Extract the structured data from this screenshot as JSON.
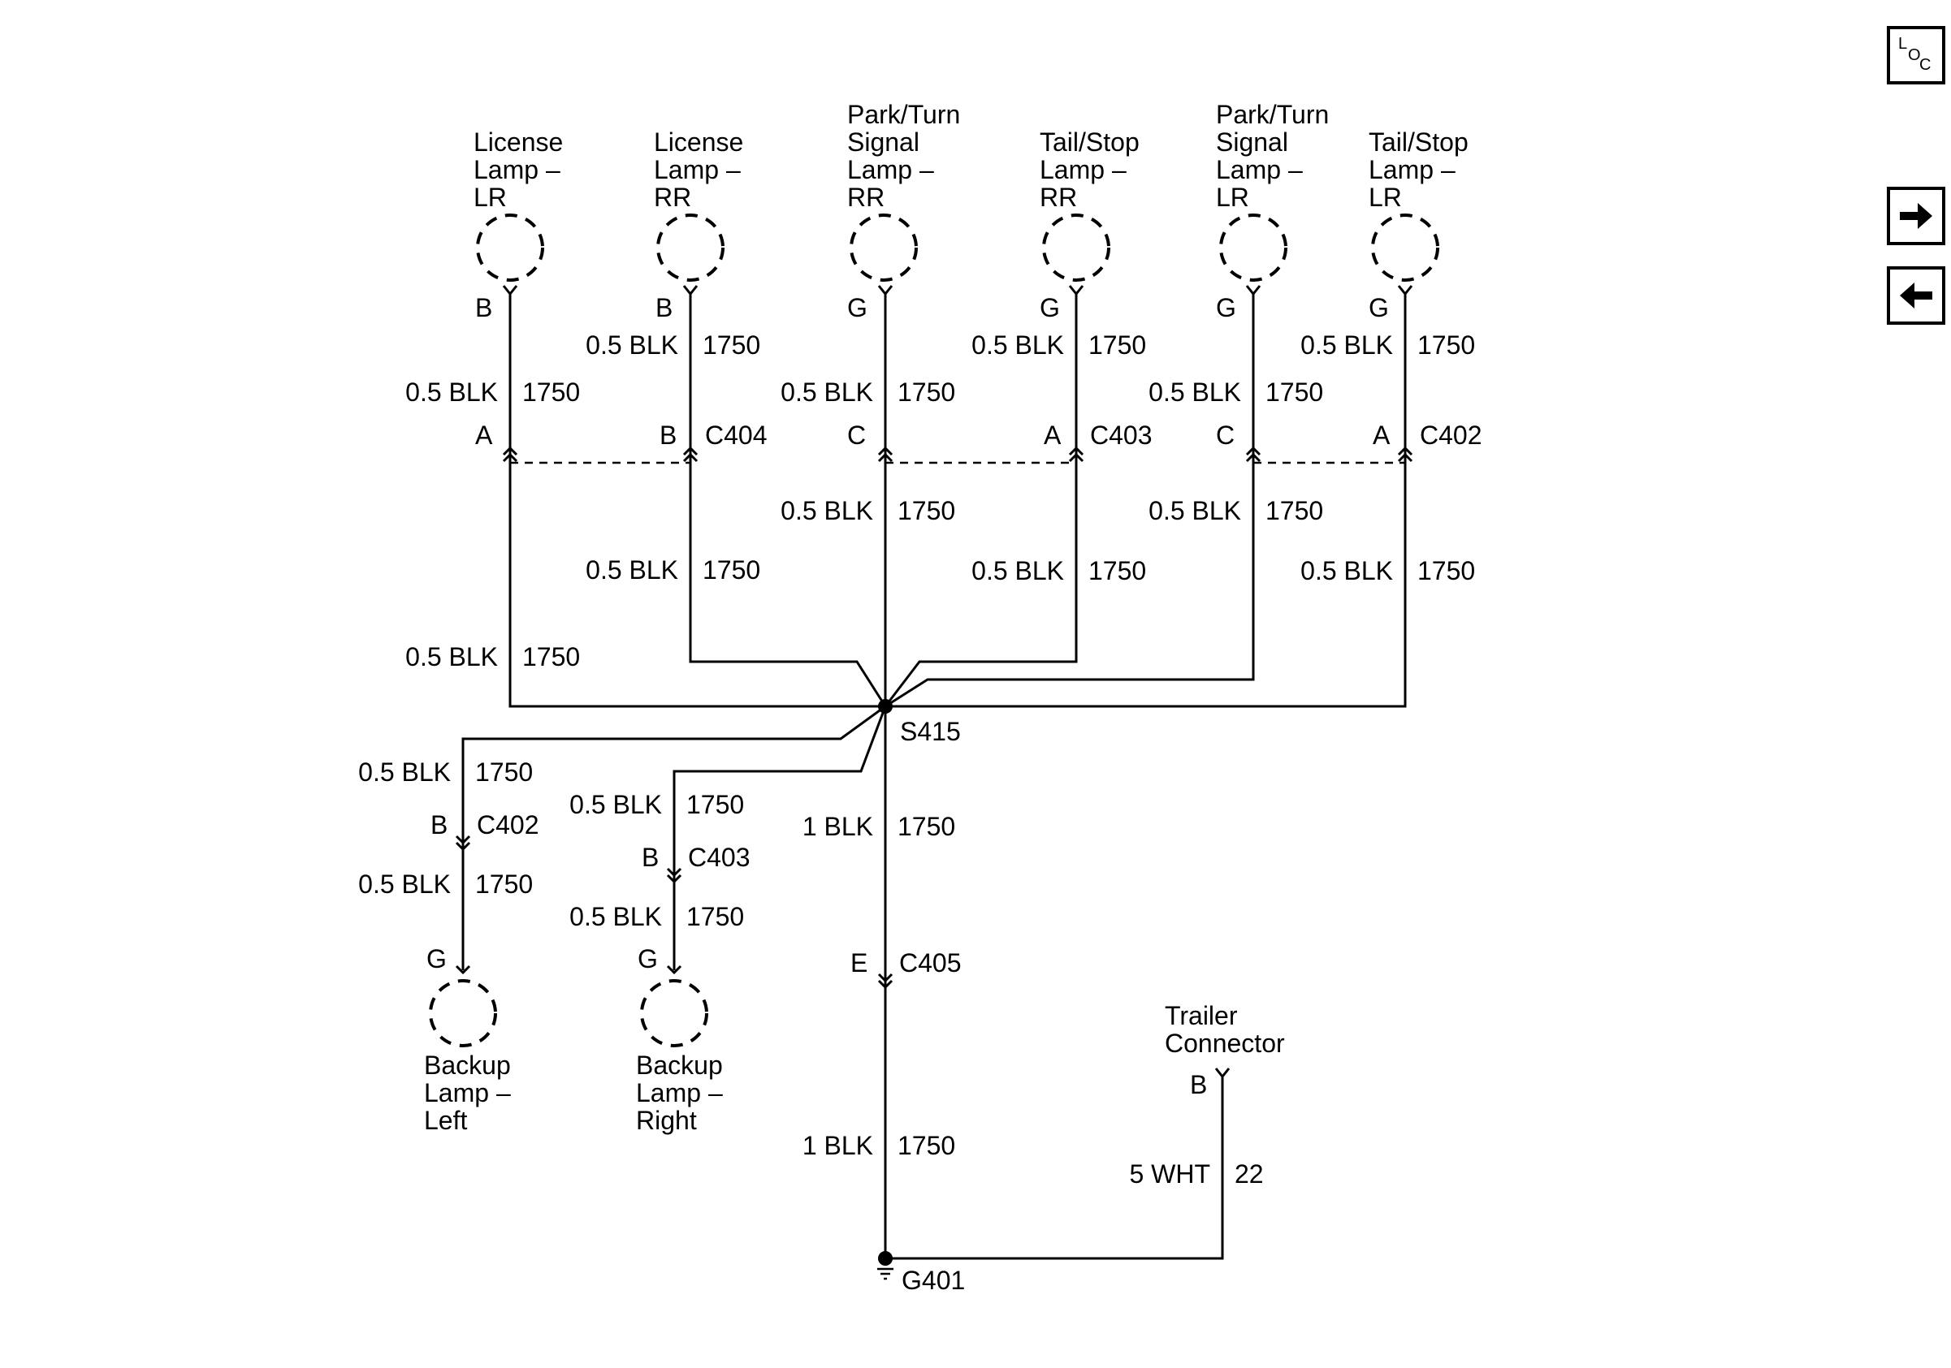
{
  "nav": {
    "loc": {
      "l": "L",
      "o": "O",
      "c": "C",
      "icon": "location-icon"
    },
    "next_icon": "arrow-right-icon",
    "prev_icon": "arrow-left-icon"
  },
  "components": {
    "license_lamp_lr": [
      "License",
      "Lamp –",
      "LR"
    ],
    "license_lamp_rr": [
      "License",
      "Lamp –",
      "RR"
    ],
    "park_turn_rr": [
      "Park/Turn",
      "Signal",
      "Lamp –",
      "RR"
    ],
    "tail_stop_rr": [
      "Tail/Stop",
      "Lamp –",
      "RR"
    ],
    "park_turn_lr": [
      "Park/Turn",
      "Signal",
      "Lamp –",
      "LR"
    ],
    "tail_stop_lr": [
      "Tail/Stop",
      "Lamp –",
      "LR"
    ],
    "backup_left": [
      "Backup",
      "Lamp –",
      "Left"
    ],
    "backup_right": [
      "Backup",
      "Lamp –",
      "Right"
    ],
    "trailer_connector": [
      "Trailer",
      "Connector"
    ]
  },
  "pins": {
    "license_lr": "B",
    "license_rr": "B",
    "park_rr": "G",
    "tail_rr": "G",
    "park_lr": "G",
    "tail_lr": "G",
    "c_a1": "A",
    "c_b1": "B",
    "c_c1": "C",
    "c_a2": "A",
    "c_c2": "C",
    "c_a3": "A",
    "backup_l_conn": "B",
    "backup_r_conn": "B",
    "backup_l": "G",
    "backup_r": "G",
    "ground_conn": "E",
    "trailer": "B"
  },
  "connectors": {
    "c404": "C404",
    "c403": "C403",
    "c402": "C402",
    "c402_b": "C402",
    "c403_b": "C403",
    "c405": "C405"
  },
  "splice": "S415",
  "ground": "G401",
  "wire": {
    "blk05": "0.5 BLK",
    "blk1": "1 BLK",
    "circuit": "1750",
    "wht5": "5 WHT",
    "circuit22": "22"
  }
}
